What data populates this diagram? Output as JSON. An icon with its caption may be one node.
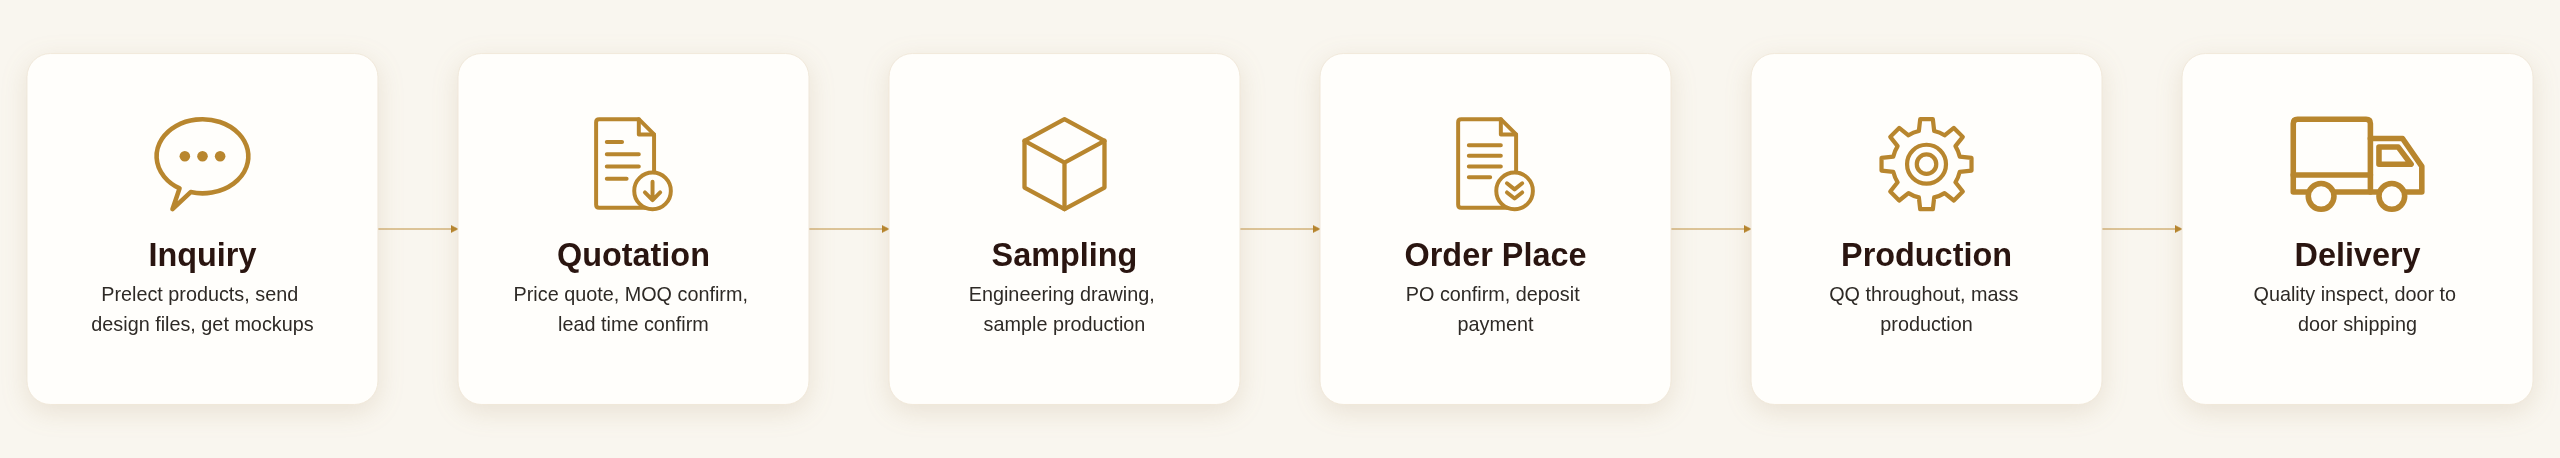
{
  "diagram": {
    "nodes": [
      {
        "text": [
          "Inquiry",
          "Prelect products, send design files, get mockups"
        ]
      },
      {
        "text": [
          "Quotation",
          "Price quote, MOQ confirm, lead time confirm"
        ]
      },
      {
        "text": [
          "Sampling",
          "Engineering drawing, sample production"
        ]
      },
      {
        "text": [
          "Order Place",
          "PO confirm, deposit payment"
        ]
      },
      {
        "text": [
          "Production",
          "QQ throughout, mass production"
        ]
      },
      {
        "text": [
          "Delivery",
          "Quality inspect, door to door shipping"
        ]
      }
    ],
    "edges": [
      {
        "from": 0,
        "to": 1,
        "arrow": "to"
      },
      {
        "from": 1,
        "to": 2,
        "arrow": "to"
      },
      {
        "from": 2,
        "to": 3,
        "arrow": "to"
      },
      {
        "from": 3,
        "to": 4,
        "arrow": "to"
      },
      {
        "from": 4,
        "to": 5,
        "arrow": "to"
      }
    ]
  }
}
